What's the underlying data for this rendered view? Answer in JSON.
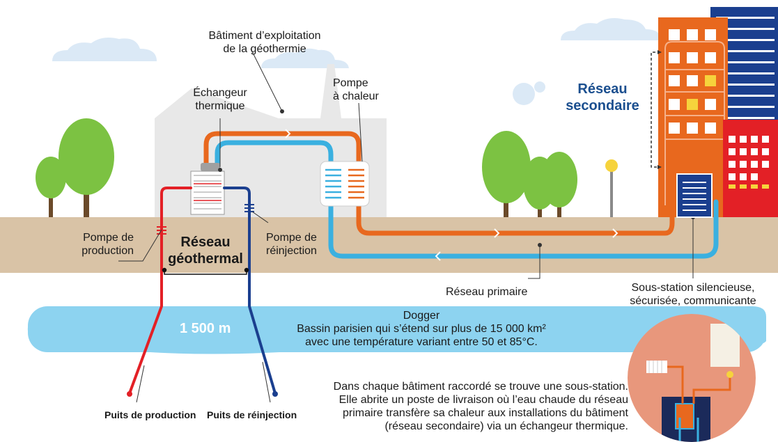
{
  "labels": {
    "batiment": [
      "Bâtiment d’exploitation",
      "de la géothermie"
    ],
    "echangeur": [
      "Échangeur",
      "thermique"
    ],
    "pompe_chaleur": [
      "Pompe",
      "à chaleur"
    ],
    "reseau_secondaire": [
      "Réseau",
      "secondaire"
    ],
    "pompe_production": [
      "Pompe de",
      "production"
    ],
    "reseau_geothermal": [
      "Réseau",
      "géothermal"
    ],
    "pompe_reinjection": [
      "Pompe de",
      "réinjection"
    ],
    "reseau_primaire": "Réseau primaire",
    "sous_station": [
      "Sous-station silencieuse,",
      "sécurisée, communicante"
    ],
    "depth": "1 500 m",
    "dogger": [
      "Dogger",
      "Bassin parisien qui s’étend sur plus de 15 000 km²",
      "avec une température variant entre 50 et 85°C."
    ],
    "puits_production": "Puits de production",
    "puits_reinjection": "Puits de réinjection",
    "note": [
      "Dans chaque bâtiment raccordé se trouve une sous-station.",
      "Elle abrite un poste de livraison où l’eau chaude du réseau",
      "primaire transfère sa chaleur aux installations du bâtiment",
      "(réseau secondaire) via un échangeur thermique."
    ]
  },
  "colors": {
    "hot_pipe": "#e8681e",
    "cold_pipe": "#3ab0e0",
    "production_pipe": "#e32026",
    "reinjection_pipe": "#1b3f8f",
    "ground": "#d9c3a6",
    "aquifer": "#8dd3f0",
    "cloud": "#dbe9f6",
    "tree": "#7cc242",
    "building_gray": "#e8e8e8",
    "tower_orange": "#e8681e",
    "tower_blue": "#1b3f8f",
    "tower_red": "#e32026",
    "label_blue": "#1b4f8f"
  }
}
